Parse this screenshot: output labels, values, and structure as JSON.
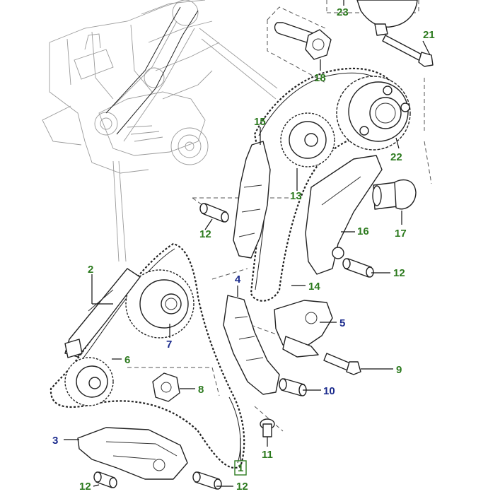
{
  "colors": {
    "callout_green": "#2c7a1e",
    "callout_blue": "#1a2a8c",
    "line": "#222222"
  },
  "callouts": {
    "c23": "23",
    "c21": "21",
    "c18": "18",
    "c15": "15",
    "c22": "22",
    "c13": "13",
    "c16": "16",
    "c17": "17",
    "c12a": "12",
    "c12b": "12",
    "c2": "2",
    "c14": "14",
    "c4": "4",
    "c5": "5",
    "c7": "7",
    "c9": "9",
    "c6": "6",
    "c8": "8",
    "c10": "10",
    "c3": "3",
    "c11": "11",
    "c1": "1",
    "c12c": "12",
    "c12d": "12"
  }
}
